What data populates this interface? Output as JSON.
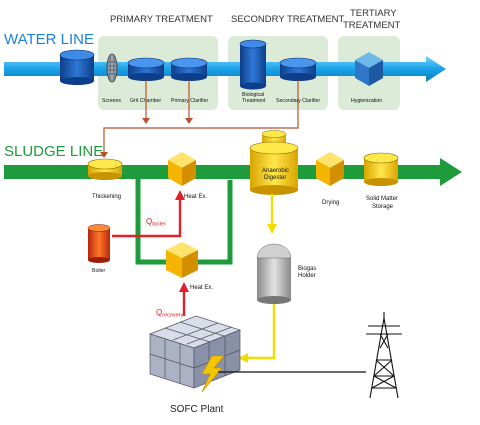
{
  "headers": {
    "water_line": "WATER LINE",
    "sludge_line": "SLUDGE LINE",
    "primary": "PRIMARY TREATMENT",
    "secondary": "SECONDRY TREATMENT",
    "tertiary_1": "TERTIARY",
    "tertiary_2": "TREATMENT"
  },
  "water_units": {
    "screens": "Screens",
    "grit_chamber": "Grit Chamber",
    "primary_clarifier": "Primary Clarifier",
    "biological_1": "Biological",
    "biological_2": "Treatment",
    "secondary_clarifier": "Secondary Clarifier",
    "hygienization": "Hygienization"
  },
  "sludge_units": {
    "thickening": "Thickening",
    "heat_ex_1": "Heat Ex.",
    "heat_ex_2": "Heat Ex.",
    "anaerobic_1": "Anaerobic",
    "anaerobic_2": "Digester",
    "drying": "Drying",
    "solid_1": "Solid Matter",
    "solid_2": "Storage",
    "boiler": "Boiler",
    "biogas_1": "Biogas",
    "biogas_2": "Holder",
    "sofc": "SOFC Plant"
  },
  "flows": {
    "q_boiler_main": "Q",
    "q_boiler_sub": "boiler",
    "q_recovery_main": "Q",
    "q_recovery_sub": "recovery"
  },
  "colors": {
    "water": "#1aa3e8",
    "sludge": "#1e9b3a",
    "heat": "#e0202a",
    "biogas": "#f3dc00",
    "panel": "#dcebd8"
  }
}
